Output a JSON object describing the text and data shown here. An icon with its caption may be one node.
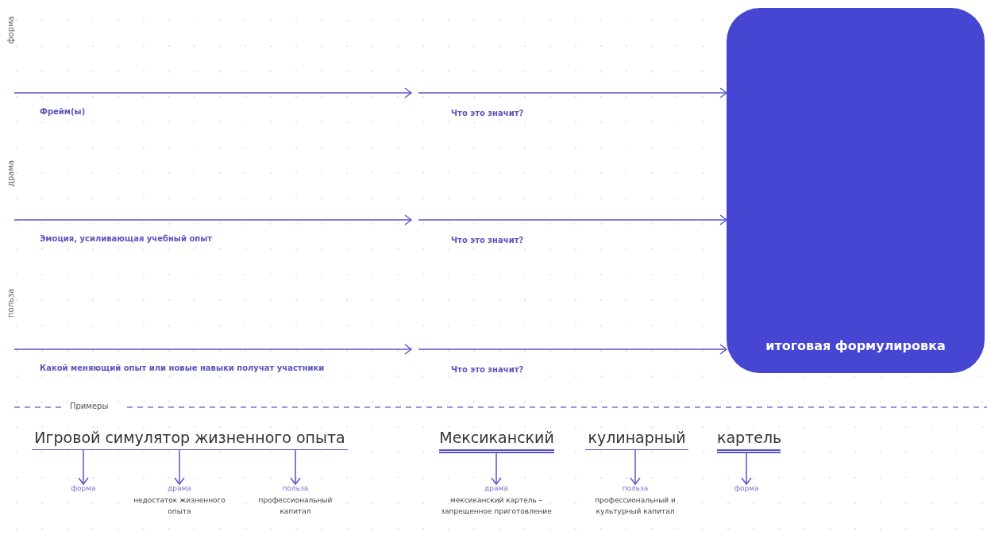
{
  "diagram": {
    "nodes": [
      {
        "text": [
          "Что это значит?"
        ]
      },
      {
        "text": [
          "итоговая формулировка"
        ]
      },
      {
        "text": [
          "Что это значит?"
        ]
      },
      {
        "text": [
          "Что это значит?"
        ]
      },
      {
        "text": [
          "Игровой симулятор жизненного опыта"
        ]
      },
      {
        "text": [
          "форма"
        ]
      },
      {
        "text": [
          "драма",
          "недостаток жизненного опыта"
        ]
      },
      {
        "text": [
          "польза",
          "профессиональный капитал"
        ]
      },
      {
        "text": [
          "Мексиканский"
        ]
      },
      {
        "text": [
          "кулинарный"
        ]
      },
      {
        "text": [
          "картель"
        ]
      },
      {
        "text": [
          "драма",
          "мексиканский картель – запрещенное приготовление"
        ]
      },
      {
        "text": [
          "польза",
          "профессиональный и культурный капитал"
        ]
      },
      {
        "text": [
          "форма"
        ]
      }
    ],
    "edges": [
      {
        "from": null,
        "to": 0,
        "arrow": "to"
      },
      {
        "from": null,
        "to": 1,
        "arrow": "to"
      },
      {
        "from": null,
        "to": 2,
        "arrow": "to"
      },
      {
        "from": null,
        "to": 1,
        "arrow": "to"
      },
      {
        "from": null,
        "to": 3,
        "arrow": "to"
      },
      {
        "from": null,
        "to": 1,
        "arrow": "to"
      },
      {
        "from": 4,
        "to": 5,
        "arrow": "to"
      },
      {
        "from": 4,
        "to": 6,
        "arrow": "to"
      },
      {
        "from": 4,
        "to": 7,
        "arrow": "to"
      },
      {
        "from": 8,
        "to": 11,
        "arrow": "to"
      },
      {
        "from": 9,
        "to": 12,
        "arrow": "to"
      },
      {
        "from": 10,
        "to": 13,
        "arrow": "to"
      }
    ],
    "labels": [
      "форма",
      "Фрейм(ы)",
      "драма",
      "Эмоция, усиливающая учебный опыт",
      "польза",
      "Какой меняющий опыт или новые навыки получат участники",
      "Примеры"
    ]
  }
}
